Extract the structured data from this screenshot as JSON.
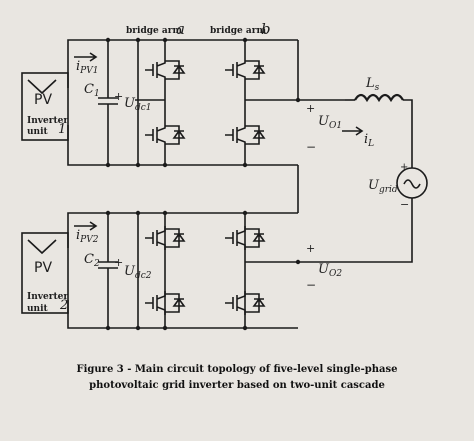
{
  "labels": {
    "bridge_arm_a": "bridge arm",
    "bridge_arm_a_letter": "a",
    "bridge_arm_b": "bridge arm",
    "bridge_arm_b_letter": "b",
    "pv1": "PV",
    "pv2": "PV",
    "inverter_unit_1": "Inverter",
    "inverter_unit_1b": "unit",
    "inverter_unit_1_num": "1",
    "inverter_unit_2": "Inverter",
    "inverter_unit_2b": "unit",
    "inverter_unit_2_num": "2",
    "ipv1": "i",
    "ipv1_sub": "PV1",
    "ipv2": "i",
    "ipv2_sub": "PV2",
    "c1": "C",
    "c1_sub": "1",
    "c2": "C",
    "c2_sub": "2",
    "udc1": "U",
    "udc1_sub": "dc1",
    "udc2": "U",
    "udc2_sub": "dc2",
    "uo1": "U",
    "uo1_sub": "O1",
    "uo2": "U",
    "uo2_sub": "O2",
    "ls": "L",
    "ls_sub": "s",
    "il": "i",
    "il_sub": "L",
    "ugrid": "U",
    "ugrid_sub": "grid",
    "plus": "+",
    "minus": "−"
  },
  "caption": {
    "line1": "Figure 3 - Main circuit topology of five-level single-phase",
    "line2": "photovoltaic grid inverter based on two-unit cascade"
  }
}
